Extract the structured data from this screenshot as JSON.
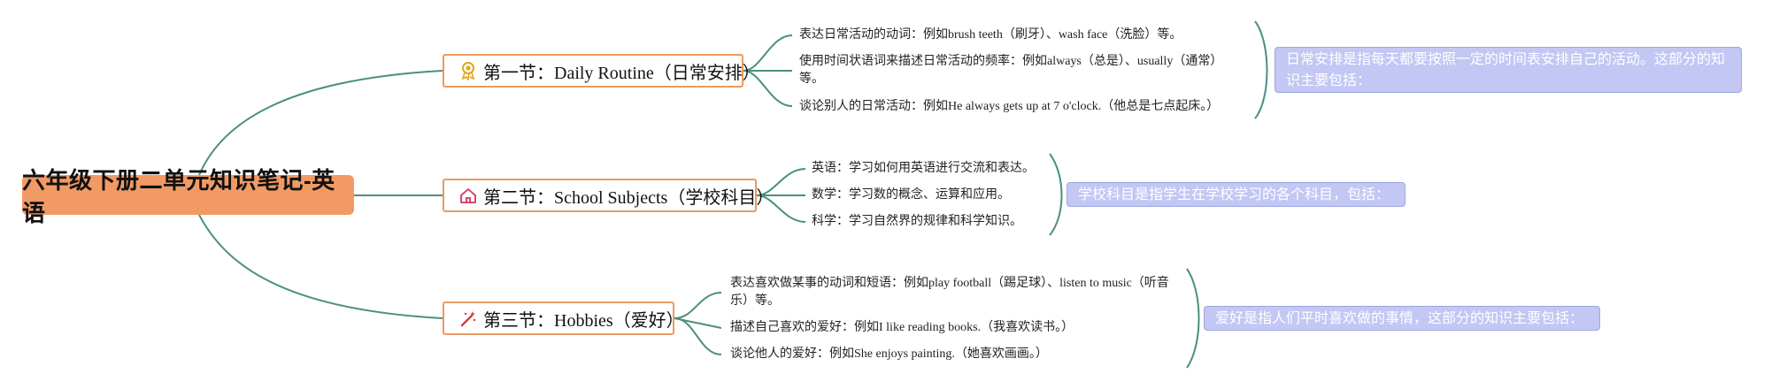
{
  "root": {
    "title": "六年级下册二单元知识笔记-英语"
  },
  "sections": [
    {
      "title": "第一节：Daily Routine（日常安排）",
      "icon": "award-icon",
      "items": [
        "表达日常活动的动词：例如brush teeth（刷牙）、wash face（洗脸）等。",
        "使用时间状语词来描述日常活动的频率：例如always（总是）、usually（通常）等。",
        "谈论别人的日常活动：例如He always gets up at 7 o'clock.（他总是七点起床。）"
      ],
      "summary": "日常安排是指每天都要按照一定的时间表安排自己的活动。这部分的知识主要包括："
    },
    {
      "title": "第二节：School Subjects（学校科目）",
      "icon": "house-icon",
      "items": [
        "英语：学习如何用英语进行交流和表达。",
        "数学：学习数的概念、运算和应用。",
        "科学：学习自然界的规律和科学知识。"
      ],
      "summary": "学校科目是指学生在学校学习的各个科目，包括："
    },
    {
      "title": "第三节：Hobbies（爱好）",
      "icon": "magic-wand-icon",
      "items": [
        "表达喜欢做某事的动词和短语：例如play football（踢足球）、listen to music（听音乐）等。",
        "描述自己喜欢的爱好：例如I like reading books.（我喜欢读书。）",
        "谈论他人的爱好：例如She enjoys painting.（她喜欢画画。）"
      ],
      "summary": "爱好是指人们平时喜欢做的事情，这部分的知识主要包括："
    }
  ],
  "colors": {
    "root_fill": "#f29a63",
    "topic_border": "#eb9a63",
    "connector": "#4a8f7f",
    "summary_fill": "#c3c7f3",
    "summary_text": "#ffffff"
  }
}
